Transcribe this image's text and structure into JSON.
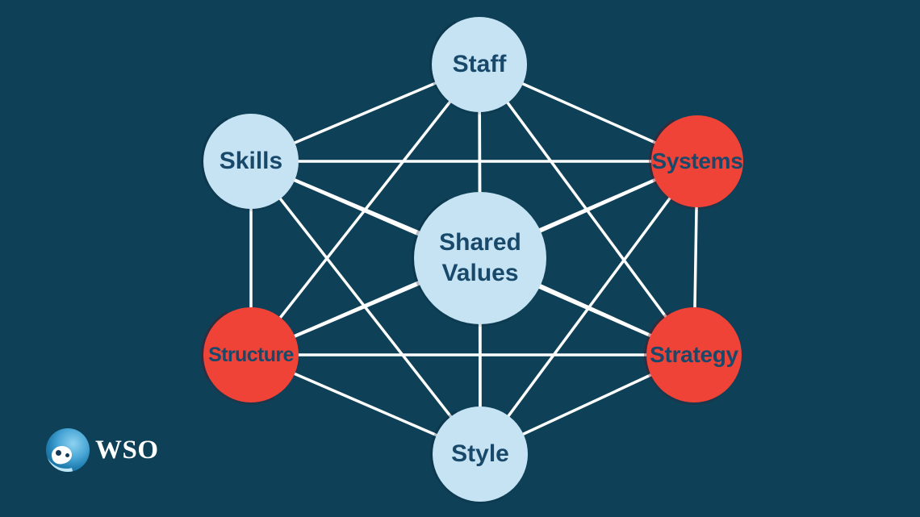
{
  "framework": {
    "nodes": [
      {
        "id": "staff",
        "label": "Staff",
        "color": "light-blue"
      },
      {
        "id": "skills",
        "label": "Skills",
        "color": "light-blue"
      },
      {
        "id": "systems",
        "label": "Systems",
        "color": "red"
      },
      {
        "id": "shared_values",
        "label": "Shared Values",
        "color": "light-blue"
      },
      {
        "id": "structure",
        "label": "Structure",
        "color": "red"
      },
      {
        "id": "strategy",
        "label": "Strategy",
        "color": "red"
      },
      {
        "id": "style",
        "label": "Style",
        "color": "light-blue"
      }
    ],
    "connections": [
      [
        "Staff",
        "Skills"
      ],
      [
        "Staff",
        "Systems"
      ],
      [
        "Staff",
        "Shared Values"
      ],
      [
        "Staff",
        "Structure"
      ],
      [
        "Staff",
        "Strategy"
      ],
      [
        "Staff",
        "Style"
      ],
      [
        "Skills",
        "Systems"
      ],
      [
        "Skills",
        "Shared Values"
      ],
      [
        "Skills",
        "Structure"
      ],
      [
        "Skills",
        "Strategy"
      ],
      [
        "Skills",
        "Style"
      ],
      [
        "Systems",
        "Shared Values"
      ],
      [
        "Systems",
        "Structure"
      ],
      [
        "Systems",
        "Strategy"
      ],
      [
        "Systems",
        "Style"
      ],
      [
        "Shared Values",
        "Structure"
      ],
      [
        "Shared Values",
        "Strategy"
      ],
      [
        "Shared Values",
        "Style"
      ],
      [
        "Structure",
        "Strategy"
      ],
      [
        "Structure",
        "Style"
      ],
      [
        "Strategy",
        "Style"
      ]
    ]
  },
  "logo": {
    "text": "WSO"
  },
  "colors": {
    "background": "#0E4057",
    "node_light_blue": "#C5E3F2",
    "node_red": "#EF4338",
    "node_text": "#19496A",
    "line": "#FFFFFF",
    "logo_text": "#FFFFFF"
  }
}
